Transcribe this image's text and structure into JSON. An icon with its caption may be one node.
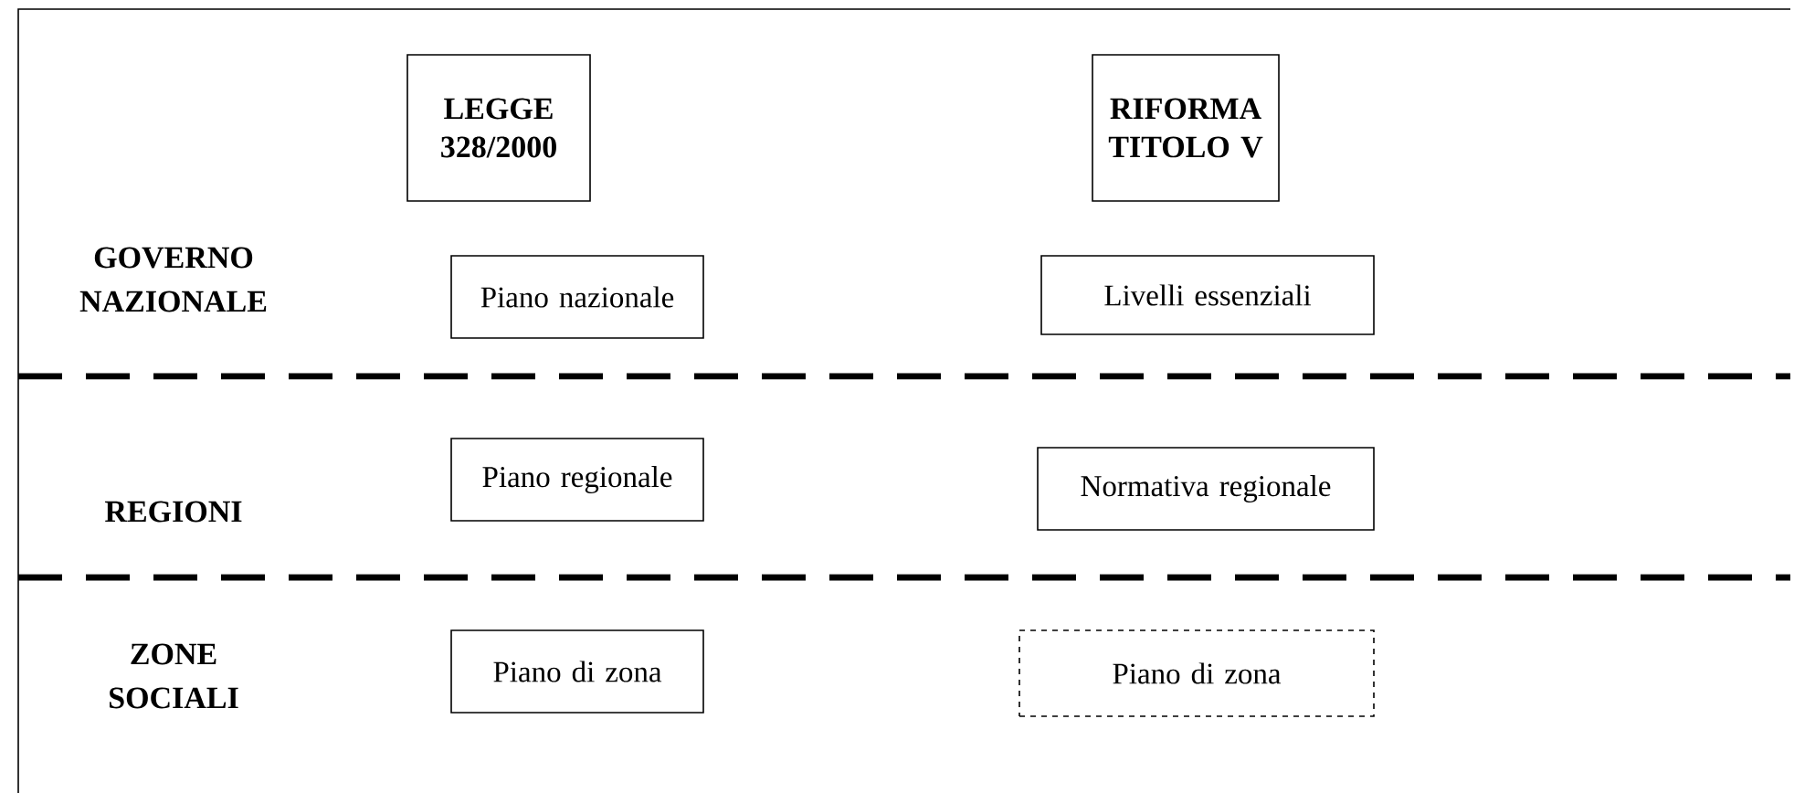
{
  "diagram": {
    "nodes": [
      {
        "text": [
          "LEGGE 328/2000"
        ]
      },
      {
        "text": [
          "RIFORMA TITOLO V"
        ]
      },
      {
        "text": [
          "Piano nazionale"
        ]
      },
      {
        "text": [
          "Livelli essenziali"
        ]
      },
      {
        "text": [
          "Piano regionale"
        ]
      },
      {
        "text": [
          "Normativa regionale"
        ]
      },
      {
        "text": [
          "Piano di zona"
        ]
      },
      {
        "text": [
          "Piano di zona"
        ]
      }
    ],
    "labels": [
      "GOVERNO NAZIONALE",
      "REGIONI",
      "ZONE SOCIALI"
    ]
  }
}
